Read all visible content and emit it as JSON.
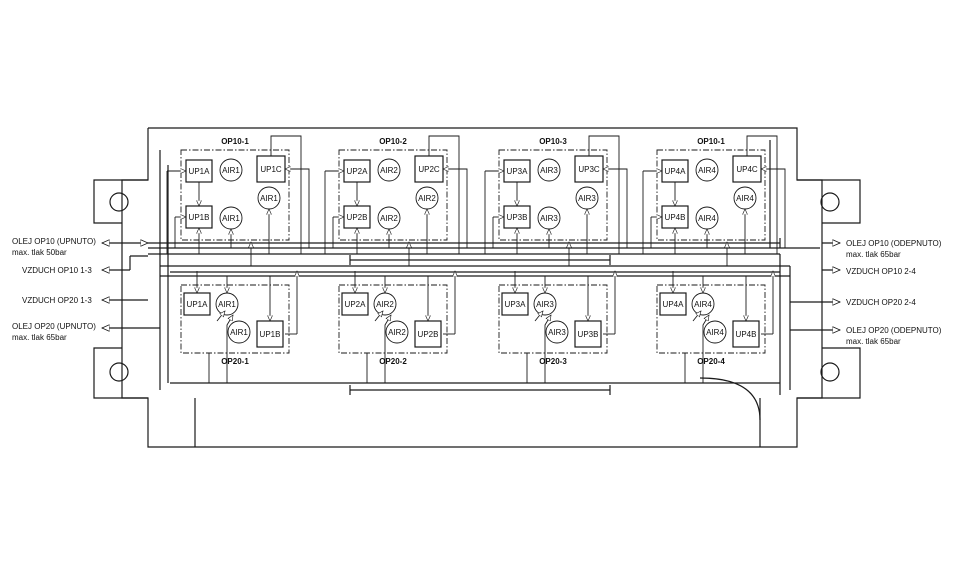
{
  "groups_top": [
    "OP10-1",
    "OP10-2",
    "OP10-3",
    "OP10-1"
  ],
  "groups_bottom": [
    "OP20-1",
    "OP20-2",
    "OP20-3",
    "OP20-4"
  ],
  "top_modules": [
    {
      "up_c": "UP1C",
      "up_a": "UP1A",
      "up_b": "UP1B",
      "air_top": "AIR1",
      "air_mid": "AIR1",
      "air_bot": "AIR1"
    },
    {
      "up_c": "UP2C",
      "up_a": "UP2A",
      "up_b": "UP2B",
      "air_top": "AIR2",
      "air_mid": "AIR2",
      "air_bot": "AIR2"
    },
    {
      "up_c": "UP3C",
      "up_a": "UP3A",
      "up_b": "UP3B",
      "air_top": "AIR3",
      "air_mid": "AIR3",
      "air_bot": "AIR3"
    },
    {
      "up_c": "UP4C",
      "up_a": "UP4A",
      "up_b": "UP4B",
      "air_top": "AIR4",
      "air_mid": "AIR4",
      "air_bot": "AIR4"
    }
  ],
  "bottom_modules": [
    {
      "up_a": "UP1A",
      "up_b": "UP1B",
      "air_top": "AIR1",
      "air_bot": "AIR1"
    },
    {
      "up_a": "UP2A",
      "up_b": "UP2B",
      "air_top": "AIR2",
      "air_bot": "AIR2"
    },
    {
      "up_a": "UP3A",
      "up_b": "UP3B",
      "air_top": "AIR3",
      "air_bot": "AIR3"
    },
    {
      "up_a": "UP4A",
      "up_b": "UP4B",
      "air_top": "AIR4",
      "air_bot": "AIR4"
    }
  ],
  "left_labels": {
    "oil_op10_line1": "OLEJ OP10 (UPNUTO)",
    "oil_op10_line2": "max. tlak 50bar",
    "air_13_a": "VZDUCH  OP10 1-3",
    "air_13_b": "VZDUCH  OP20 1-3",
    "oil_op20_line1": "OLEJ OP20 (UPNUTO)",
    "oil_op20_line2": "max. tlak 65bar"
  },
  "right_labels": {
    "oil_op10_line1": "OLEJ OP10 (ODEPNUTO)",
    "oil_op10_line2": "max. tlak 65bar",
    "air_24_a": "VZDUCH  OP10 2-4",
    "air_24_b": "VZDUCH  OP20 2-4",
    "oil_op20_line1": "OLEJ OP20 (ODEPNUTO)",
    "oil_op20_line2": "max. tlak 65bar"
  }
}
